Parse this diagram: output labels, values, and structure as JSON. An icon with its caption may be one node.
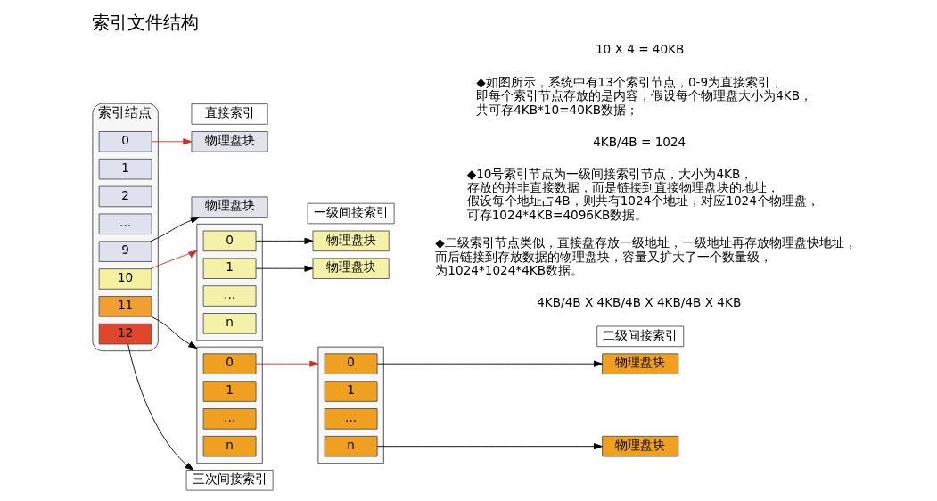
{
  "diagram": {
    "title": "索引文件结构",
    "nodes": [
      {
        "text": [
          "索引结点"
        ]
      },
      {
        "text": [
          "0"
        ],
        "in": 0
      },
      {
        "text": [
          "1"
        ],
        "in": 0
      },
      {
        "text": [
          "2"
        ],
        "in": 0
      },
      {
        "text": [
          "..."
        ],
        "in": 0
      },
      {
        "text": [
          "9"
        ],
        "in": 0
      },
      {
        "text": [
          "10"
        ],
        "in": 0
      },
      {
        "text": [
          "11"
        ],
        "in": 0
      },
      {
        "text": [
          "12"
        ],
        "in": 0
      },
      {
        "text": [
          "物理盘块"
        ]
      },
      {
        "text": [
          "直接索引"
        ]
      },
      {
        "text": [
          "物理盘块"
        ]
      },
      {
        "text": [],
        "shape": "box"
      },
      {
        "text": [
          "0"
        ],
        "in": 12
      },
      {
        "text": [
          "1"
        ],
        "in": 12
      },
      {
        "text": [
          "..."
        ],
        "in": 12
      },
      {
        "text": [
          "n"
        ],
        "in": 12
      },
      {
        "text": [
          "物理盘块"
        ]
      },
      {
        "text": [
          "物理盘块"
        ]
      },
      {
        "text": [
          "一级间接索引"
        ]
      },
      {
        "text": [],
        "shape": "box"
      },
      {
        "text": [
          "0"
        ],
        "in": 20
      },
      {
        "text": [
          "1"
        ],
        "in": 20
      },
      {
        "text": [
          "..."
        ],
        "in": 20
      },
      {
        "text": [
          "n"
        ],
        "in": 20
      },
      {
        "text": [],
        "shape": "box"
      },
      {
        "text": [
          "0"
        ],
        "in": 25
      },
      {
        "text": [
          "1"
        ],
        "in": 25
      },
      {
        "text": [
          "..."
        ],
        "in": 25
      },
      {
        "text": [
          "n"
        ],
        "in": 25
      },
      {
        "text": [
          "物理盘块"
        ]
      },
      {
        "text": [
          "二级间接索引"
        ]
      },
      {
        "text": [
          "物理盘块"
        ]
      },
      {
        "text": [
          "三次间接索引"
        ]
      }
    ],
    "edges": [
      {
        "from": 1,
        "to": 9,
        "arrow": "to",
        "color": "#d42a2a"
      },
      {
        "from": 5,
        "to": 11,
        "arrow": "to"
      },
      {
        "from": 6,
        "to": 12,
        "arrow": "to",
        "color": "#d42a2a"
      },
      {
        "from": 13,
        "to": 17,
        "arrow": "to"
      },
      {
        "from": 14,
        "to": 18,
        "arrow": "to"
      },
      {
        "from": 7,
        "to": 20,
        "arrow": "to"
      },
      {
        "from": 21,
        "to": 25,
        "arrow": "to",
        "color": "#d42a2a"
      },
      {
        "from": 26,
        "to": 30,
        "arrow": "to"
      },
      {
        "from": 29,
        "to": 32,
        "arrow": "to"
      },
      {
        "from": 8,
        "to": 33,
        "arrow": "to"
      }
    ],
    "labels": [
      "10 X 4 = 40KB",
      "◆如图所示，系统中有13个索引节点，0-9为直接索引，即每个索引节点存放的是内容，假设每个物理盘大小为4KB，共可存4KB*10=40KB数据；",
      "4KB/4B = 1024",
      "◆10号索引节点为一级间接索引节点，大小为4KB，存放的并非直接数据，而是链接到直接物理盘块的地址，假设每个地址占4B，则共有1024个地址，对应1024个物理盘，可存1024*4KB=4096KB数据。",
      "◆二级索引节点类似，直接盘存放一级地址，一级地址再存放物理盘快地址，而后链接到存放数据的物理盘块，容量又扩大了一个数量级，为1024*1024*4KB数据。",
      "4KB/4B X 4KB/4B X 4KB/4B X 4KB"
    ]
  }
}
